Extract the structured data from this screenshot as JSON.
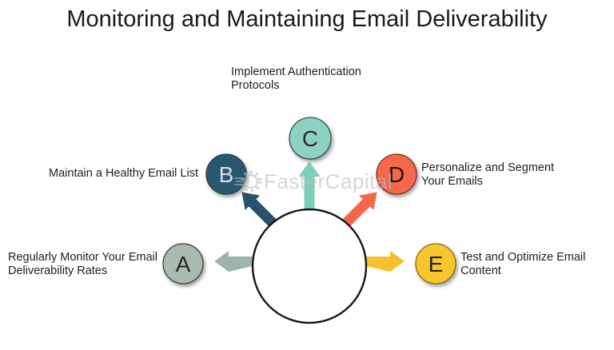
{
  "title": "Monitoring and Maintaining Email Deliverability",
  "watermark": {
    "text": "FasterCapital"
  },
  "diagram": {
    "center_shape": "empty-white-circle",
    "nodes": [
      {
        "letter": "A",
        "label": "Regularly Monitor Your Email Deliverability Rates",
        "color": "#a9bab0",
        "letter_color": "#252525",
        "arrow_color": "#9db3ac",
        "direction": "left"
      },
      {
        "letter": "B",
        "label": "Maintain a Healthy Email List",
        "color": "#29586e",
        "letter_color": "#d3e0e7",
        "arrow_color": "#2b5168",
        "direction": "up-left"
      },
      {
        "letter": "C",
        "label": "Implement Authentication Protocols",
        "color": "#8ed1c2",
        "letter_color": "#2b2b2b",
        "arrow_color": "#7ecdbd",
        "direction": "up"
      },
      {
        "letter": "D",
        "label": "Personalize and Segment Your Emails",
        "color": "#f4694c",
        "letter_color": "#241512",
        "arrow_color": "#f4674a",
        "direction": "up-right"
      },
      {
        "letter": "E",
        "label": "Test and Optimize Email Content",
        "color": "#f8c62c",
        "letter_color": "#252525",
        "arrow_color": "#f6c12f",
        "direction": "right"
      }
    ]
  }
}
